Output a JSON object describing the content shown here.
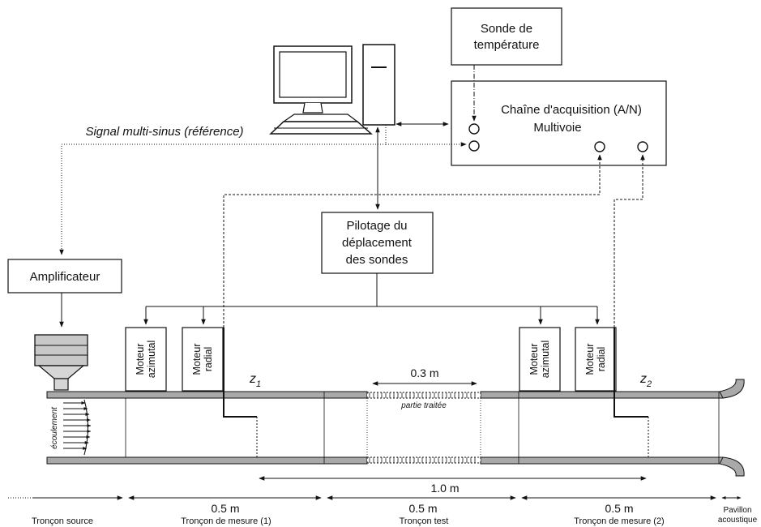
{
  "boxes": {
    "temp_probe": [
      "Sonde de",
      "température"
    ],
    "acquisition": [
      "Chaîne d'acquisition (A/N)",
      "Multivoie"
    ],
    "pilotage": [
      "Pilotage du",
      "déplacement",
      "des sondes"
    ],
    "amplifier": "Amplificateur",
    "motor_azimuthal": [
      "Moteur",
      "azimutal"
    ],
    "motor_radial": [
      "Moteur",
      "radial"
    ]
  },
  "signal_label": "Signal multi-sinus (référence)",
  "z1": {
    "base": "z",
    "sub": "1"
  },
  "z2": {
    "base": "z",
    "sub": "2"
  },
  "flow_label": "écoulement",
  "treated_label": "partie traitée",
  "dim_treated": "0.3 m",
  "dim_between": "1.0 m",
  "sections": [
    {
      "length": "",
      "name": "Tronçon source"
    },
    {
      "length": "0.5 m",
      "name": "Tronçon de mesure (1)"
    },
    {
      "length": "0.5 m",
      "name": "Tronçon test"
    },
    {
      "length": "0.5 m",
      "name": "Tronçon de mesure (2)"
    },
    {
      "length": "",
      "name": "Pavillon acoustique"
    }
  ]
}
